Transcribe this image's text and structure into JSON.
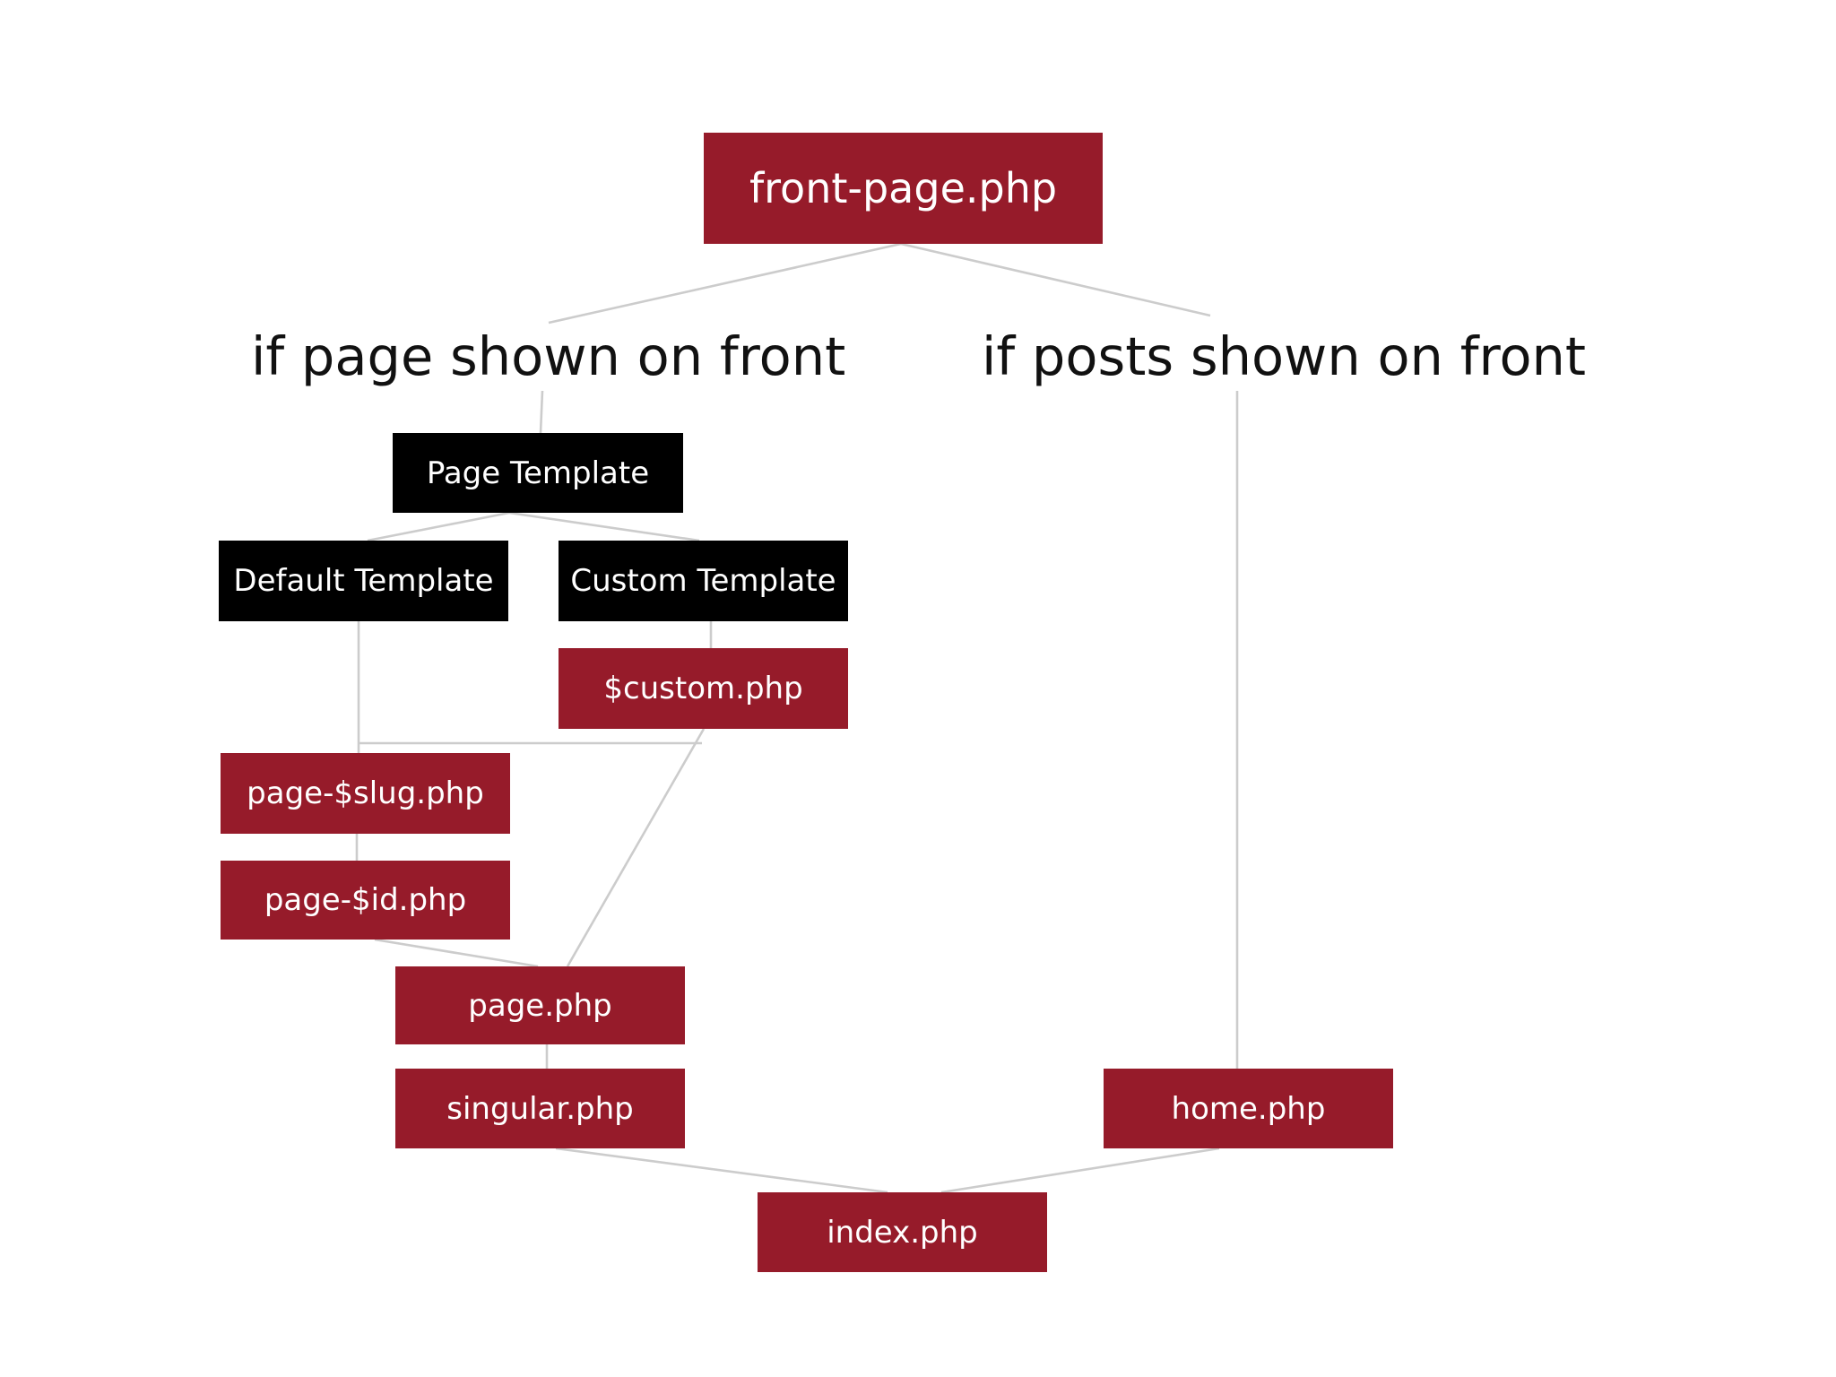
{
  "diagram": {
    "colors": {
      "file_node": "#961b2a",
      "template_node": "#000000",
      "connector": "#cccccc",
      "condition_text": "#111111"
    },
    "top": {
      "label": "front-page.php"
    },
    "conditions": {
      "page_on_front": "if page shown on front",
      "posts_on_front": "if posts shown on front"
    },
    "templates": {
      "page_template": "Page Template",
      "default_template": "Default Template",
      "custom_template": "Custom Template"
    },
    "files": {
      "custom": "$custom.php",
      "page_slug": "page-$slug.php",
      "page_id": "page-$id.php",
      "page": "page.php",
      "singular": "singular.php",
      "home": "home.php",
      "index": "index.php"
    }
  }
}
